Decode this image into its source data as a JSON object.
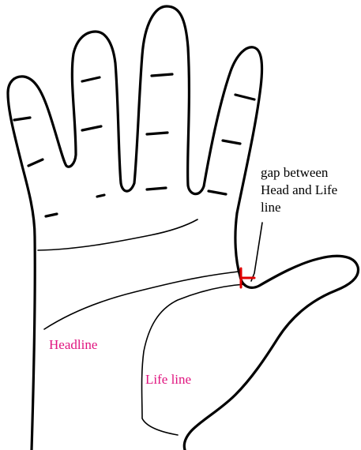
{
  "colors": {
    "outline": "#000000",
    "gap_marker": "#e00000",
    "label_accent": "#e0147f"
  },
  "labels": {
    "gap_line1": "gap between",
    "gap_line2": "Head and Life",
    "gap_line3": "line",
    "headline": "Headline",
    "life_line": "Life line"
  }
}
